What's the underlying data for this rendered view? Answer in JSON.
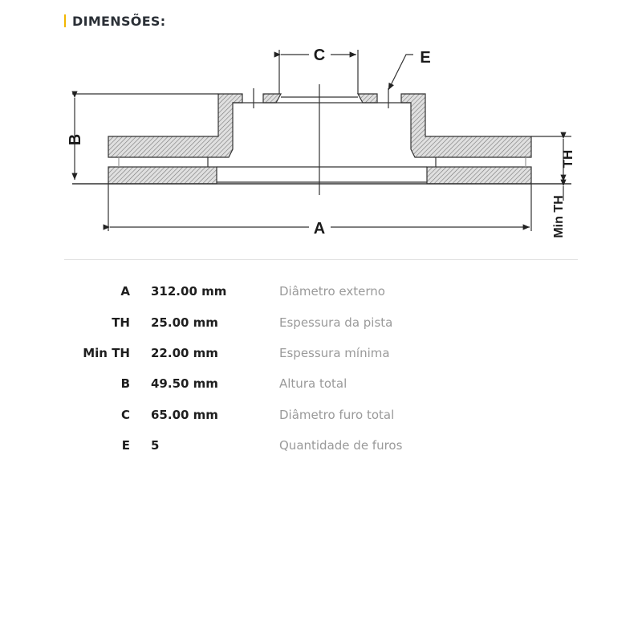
{
  "header": {
    "title": "DIMENSÕES:"
  },
  "diagram": {
    "label_a": "A",
    "label_b": "B",
    "label_c": "C",
    "label_e": "E",
    "label_th": "TH",
    "label_min_th": "Min TH"
  },
  "specs": [
    {
      "code": "A",
      "value": "312.00 mm",
      "description": "Diâmetro externo"
    },
    {
      "code": "TH",
      "value": "25.00 mm",
      "description": "Espessura da pista"
    },
    {
      "code": "Min TH",
      "value": "22.00 mm",
      "description": "Espessura mínima"
    },
    {
      "code": "B",
      "value": "49.50 mm",
      "description": "Altura total"
    },
    {
      "code": "C",
      "value": "65.00 mm",
      "description": "Diâmetro furo total"
    },
    {
      "code": "E",
      "value": "5",
      "description": "Quantidade de furos"
    }
  ],
  "colors": {
    "accent": "#f2b600",
    "hatch_fill": "#d8d8d8",
    "line": "#333333"
  }
}
